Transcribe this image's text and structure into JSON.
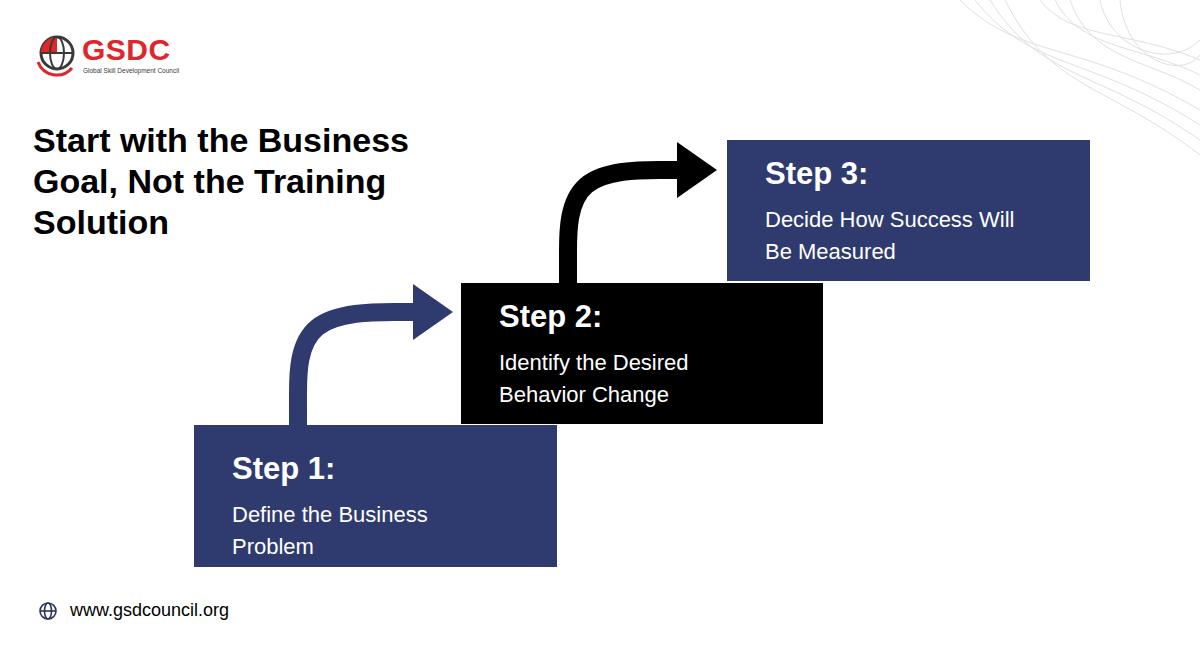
{
  "diagram": {
    "title": "Start with the Business Goal, Not the Training Solution",
    "nodes": [
      {
        "text": [
          "Step 1:",
          "Define the Business Problem"
        ]
      },
      {
        "text": [
          "Step 2:",
          "Identify the Desired Behavior Change"
        ]
      },
      {
        "text": [
          "Step 3:",
          "Decide How Success Will Be Measured"
        ]
      }
    ],
    "edges": [
      {
        "from": 0,
        "to": 1,
        "arrow": "to"
      },
      {
        "from": 1,
        "to": 2,
        "arrow": "to"
      }
    ],
    "labels": [
      "GSDC",
      "Global Skill Development Council",
      "www.gsdcouncil.org"
    ]
  }
}
